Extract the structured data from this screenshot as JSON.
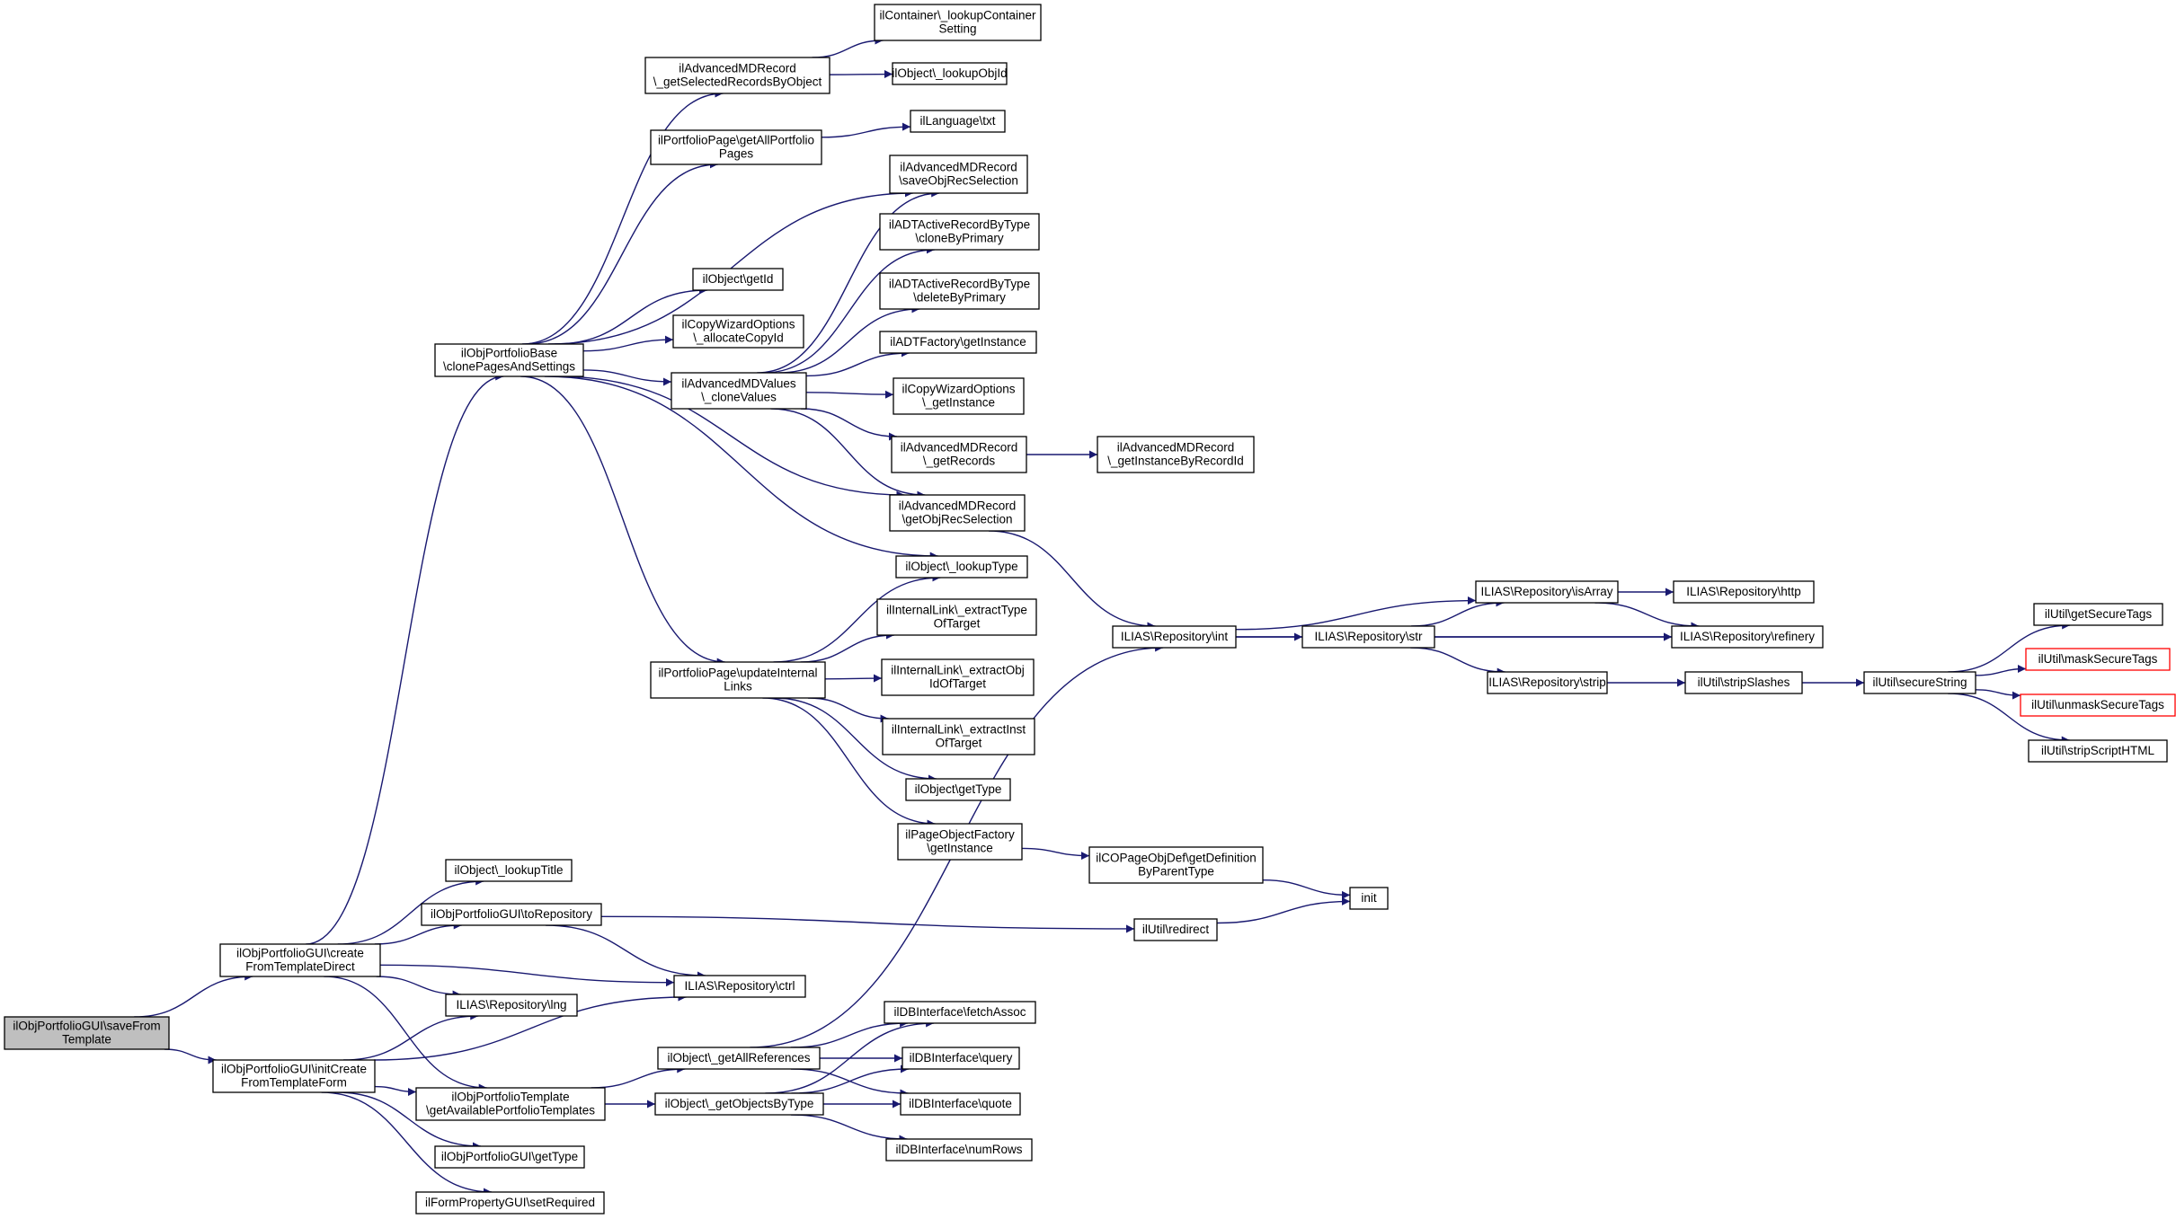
{
  "nodes": [
    {
      "id": "saveFromTemplate",
      "lines": [
        "ilObjPortfolioGUI\\saveFrom",
        "Template"
      ],
      "style": "root"
    },
    {
      "id": "createFromTemplateDirect",
      "lines": [
        "ilObjPortfolioGUI\\create",
        "FromTemplateDirect"
      ]
    },
    {
      "id": "initCreateFromTemplateForm",
      "lines": [
        "ilObjPortfolioGUI\\initCreate",
        "FromTemplateForm"
      ]
    },
    {
      "id": "clonePagesAndSettings",
      "lines": [
        "ilObjPortfolioBase",
        "\\clonePagesAndSettings"
      ]
    },
    {
      "id": "lookupTitle",
      "lines": [
        "ilObject\\_lookupTitle"
      ]
    },
    {
      "id": "toRepository",
      "lines": [
        "ilObjPortfolioGUI\\toRepository"
      ]
    },
    {
      "id": "repoLng",
      "lines": [
        "ILIAS\\Repository\\lng"
      ]
    },
    {
      "id": "repoCtrl",
      "lines": [
        "ILIAS\\Repository\\ctrl"
      ]
    },
    {
      "id": "getAvailablePortfolioTemplates",
      "lines": [
        "ilObjPortfolioTemplate",
        "\\getAvailablePortfolioTemplates"
      ]
    },
    {
      "id": "portfolioGetType",
      "lines": [
        "ilObjPortfolioGUI\\getType"
      ]
    },
    {
      "id": "setRequired",
      "lines": [
        "ilFormPropertyGUI\\setRequired"
      ]
    },
    {
      "id": "getSelectedRecordsByObject",
      "lines": [
        "ilAdvancedMDRecord",
        "\\_getSelectedRecordsByObject"
      ]
    },
    {
      "id": "getAllPortfolioPages",
      "lines": [
        "ilPortfolioPage\\getAllPortfolio",
        "Pages"
      ]
    },
    {
      "id": "objectGetId",
      "lines": [
        "ilObject\\getId"
      ]
    },
    {
      "id": "allocateCopyId",
      "lines": [
        "ilCopyWizardOptions",
        "\\_allocateCopyId"
      ]
    },
    {
      "id": "cloneValues",
      "lines": [
        "ilAdvancedMDValues",
        "\\_cloneValues"
      ]
    },
    {
      "id": "updateInternalLinks",
      "lines": [
        "ilPortfolioPage\\updateInternal",
        "Links"
      ]
    },
    {
      "id": "lookupContainerSetting",
      "lines": [
        "ilContainer\\_lookupContainer",
        "Setting"
      ]
    },
    {
      "id": "lookupObjId",
      "lines": [
        "ilObject\\_lookupObjId"
      ]
    },
    {
      "id": "languageTxt",
      "lines": [
        "ilLanguage\\txt"
      ]
    },
    {
      "id": "saveObjRecSelection",
      "lines": [
        "ilAdvancedMDRecord",
        "\\saveObjRecSelection"
      ]
    },
    {
      "id": "cloneByPrimary",
      "lines": [
        "ilADTActiveRecordByType",
        "\\cloneByPrimary"
      ]
    },
    {
      "id": "deleteByPrimary",
      "lines": [
        "ilADTActiveRecordByType",
        "\\deleteByPrimary"
      ]
    },
    {
      "id": "adtFactoryGetInstance",
      "lines": [
        "ilADTFactory\\getInstance"
      ]
    },
    {
      "id": "copyWizardGetInstance",
      "lines": [
        "ilCopyWizardOptions",
        "\\_getInstance"
      ]
    },
    {
      "id": "getRecords",
      "lines": [
        "ilAdvancedMDRecord",
        "\\_getRecords"
      ]
    },
    {
      "id": "getInstanceByRecordId",
      "lines": [
        "ilAdvancedMDRecord",
        "\\_getInstanceByRecordId"
      ]
    },
    {
      "id": "getObjRecSelection",
      "lines": [
        "ilAdvancedMDRecord",
        "\\getObjRecSelection"
      ]
    },
    {
      "id": "lookupType",
      "lines": [
        "ilObject\\_lookupType"
      ]
    },
    {
      "id": "extractTypeOfTarget",
      "lines": [
        "ilInternalLink\\_extractType",
        "OfTarget"
      ]
    },
    {
      "id": "extractObjIdOfTarget",
      "lines": [
        "ilInternalLink\\_extractObj",
        "IdOfTarget"
      ]
    },
    {
      "id": "extractInstOfTarget",
      "lines": [
        "ilInternalLink\\_extractInst",
        "OfTarget"
      ]
    },
    {
      "id": "objectGetType",
      "lines": [
        "ilObject\\getType"
      ]
    },
    {
      "id": "pageObjectFactoryGetInstance",
      "lines": [
        "ilPageObjectFactory",
        "\\getInstance"
      ]
    },
    {
      "id": "getDefinitionByParentType",
      "lines": [
        "ilCOPageObjDef\\getDefinition",
        "ByParentType"
      ]
    },
    {
      "id": "init",
      "lines": [
        "init"
      ]
    },
    {
      "id": "utilRedirect",
      "lines": [
        "ilUtil\\redirect"
      ]
    },
    {
      "id": "getAllReferences",
      "lines": [
        "ilObject\\_getAllReferences"
      ]
    },
    {
      "id": "getObjectsByType",
      "lines": [
        "ilObject\\_getObjectsByType"
      ]
    },
    {
      "id": "fetchAssoc",
      "lines": [
        "ilDBInterface\\fetchAssoc"
      ]
    },
    {
      "id": "dbQuery",
      "lines": [
        "ilDBInterface\\query"
      ]
    },
    {
      "id": "dbQuote",
      "lines": [
        "ilDBInterface\\quote"
      ]
    },
    {
      "id": "dbNumRows",
      "lines": [
        "ilDBInterface\\numRows"
      ]
    },
    {
      "id": "repoInt",
      "lines": [
        "ILIAS\\Repository\\int"
      ]
    },
    {
      "id": "repoStr",
      "lines": [
        "ILIAS\\Repository\\str"
      ]
    },
    {
      "id": "repoIsArray",
      "lines": [
        "ILIAS\\Repository\\isArray"
      ]
    },
    {
      "id": "repoStrip",
      "lines": [
        "ILIAS\\Repository\\strip"
      ]
    },
    {
      "id": "repoHttp",
      "lines": [
        "ILIAS\\Repository\\http"
      ]
    },
    {
      "id": "repoRefinery",
      "lines": [
        "ILIAS\\Repository\\refinery"
      ]
    },
    {
      "id": "stripSlashes",
      "lines": [
        "ilUtil\\stripSlashes"
      ]
    },
    {
      "id": "secureString",
      "lines": [
        "ilUtil\\secureString"
      ]
    },
    {
      "id": "getSecureTags",
      "lines": [
        "ilUtil\\getSecureTags"
      ]
    },
    {
      "id": "maskSecureTags",
      "lines": [
        "ilUtil\\maskSecureTags"
      ],
      "style": "red"
    },
    {
      "id": "unmaskSecureTags",
      "lines": [
        "ilUtil\\unmaskSecureTags"
      ],
      "style": "red"
    },
    {
      "id": "stripScriptHTML",
      "lines": [
        "ilUtil\\stripScriptHTML"
      ]
    }
  ],
  "edges": [
    [
      "saveFromTemplate",
      "createFromTemplateDirect"
    ],
    [
      "saveFromTemplate",
      "initCreateFromTemplateForm"
    ],
    [
      "createFromTemplateDirect",
      "clonePagesAndSettings"
    ],
    [
      "createFromTemplateDirect",
      "lookupTitle"
    ],
    [
      "createFromTemplateDirect",
      "toRepository"
    ],
    [
      "createFromTemplateDirect",
      "repoLng"
    ],
    [
      "createFromTemplateDirect",
      "repoCtrl"
    ],
    [
      "createFromTemplateDirect",
      "getAvailablePortfolioTemplates"
    ],
    [
      "initCreateFromTemplateForm",
      "repoLng"
    ],
    [
      "initCreateFromTemplateForm",
      "repoCtrl"
    ],
    [
      "initCreateFromTemplateForm",
      "getAvailablePortfolioTemplates"
    ],
    [
      "initCreateFromTemplateForm",
      "portfolioGetType"
    ],
    [
      "initCreateFromTemplateForm",
      "setRequired"
    ],
    [
      "clonePagesAndSettings",
      "getSelectedRecordsByObject"
    ],
    [
      "clonePagesAndSettings",
      "getAllPortfolioPages"
    ],
    [
      "clonePagesAndSettings",
      "saveObjRecSelection"
    ],
    [
      "clonePagesAndSettings",
      "objectGetId"
    ],
    [
      "clonePagesAndSettings",
      "allocateCopyId"
    ],
    [
      "clonePagesAndSettings",
      "cloneValues"
    ],
    [
      "clonePagesAndSettings",
      "getObjRecSelection"
    ],
    [
      "clonePagesAndSettings",
      "lookupType"
    ],
    [
      "clonePagesAndSettings",
      "updateInternalLinks"
    ],
    [
      "toRepository",
      "repoCtrl"
    ],
    [
      "toRepository",
      "utilRedirect"
    ],
    [
      "getAvailablePortfolioTemplates",
      "getAllReferences"
    ],
    [
      "getAvailablePortfolioTemplates",
      "getObjectsByType"
    ],
    [
      "getSelectedRecordsByObject",
      "lookupContainerSetting"
    ],
    [
      "getSelectedRecordsByObject",
      "lookupObjId"
    ],
    [
      "getAllPortfolioPages",
      "languageTxt"
    ],
    [
      "cloneValues",
      "saveObjRecSelection"
    ],
    [
      "cloneValues",
      "cloneByPrimary"
    ],
    [
      "cloneValues",
      "deleteByPrimary"
    ],
    [
      "cloneValues",
      "adtFactoryGetInstance"
    ],
    [
      "cloneValues",
      "copyWizardGetInstance"
    ],
    [
      "cloneValues",
      "getRecords"
    ],
    [
      "cloneValues",
      "getObjRecSelection"
    ],
    [
      "getRecords",
      "getInstanceByRecordId"
    ],
    [
      "getObjRecSelection",
      "repoInt"
    ],
    [
      "updateInternalLinks",
      "lookupType"
    ],
    [
      "updateInternalLinks",
      "extractTypeOfTarget"
    ],
    [
      "updateInternalLinks",
      "extractObjIdOfTarget"
    ],
    [
      "updateInternalLinks",
      "extractInstOfTarget"
    ],
    [
      "updateInternalLinks",
      "objectGetType"
    ],
    [
      "updateInternalLinks",
      "pageObjectFactoryGetInstance"
    ],
    [
      "pageObjectFactoryGetInstance",
      "getDefinitionByParentType"
    ],
    [
      "getDefinitionByParentType",
      "init"
    ],
    [
      "utilRedirect",
      "init"
    ],
    [
      "getAllReferences",
      "repoInt"
    ],
    [
      "getAllReferences",
      "fetchAssoc"
    ],
    [
      "getAllReferences",
      "dbQuery"
    ],
    [
      "getAllReferences",
      "dbQuote"
    ],
    [
      "getObjectsByType",
      "fetchAssoc"
    ],
    [
      "getObjectsByType",
      "dbQuery"
    ],
    [
      "getObjectsByType",
      "dbQuote"
    ],
    [
      "getObjectsByType",
      "dbNumRows"
    ],
    [
      "repoInt",
      "repoIsArray"
    ],
    [
      "repoInt",
      "repoStr"
    ],
    [
      "repoInt",
      "repoRefinery"
    ],
    [
      "repoStr",
      "repoIsArray"
    ],
    [
      "repoStr",
      "repoRefinery"
    ],
    [
      "repoStr",
      "repoStrip"
    ],
    [
      "repoIsArray",
      "repoHttp"
    ],
    [
      "repoIsArray",
      "repoRefinery"
    ],
    [
      "repoStrip",
      "stripSlashes"
    ],
    [
      "stripSlashes",
      "secureString"
    ],
    [
      "secureString",
      "getSecureTags"
    ],
    [
      "secureString",
      "maskSecureTags"
    ],
    [
      "secureString",
      "unmaskSecureTags"
    ],
    [
      "secureString",
      "stripScriptHTML"
    ]
  ],
  "colors": {
    "edge": "#191970",
    "node_border": "#000000",
    "root_fill": "#bfbfbf",
    "highlight_border": "#ff0000"
  }
}
